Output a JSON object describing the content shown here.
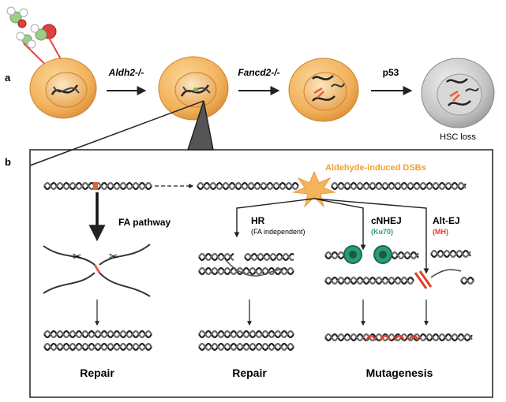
{
  "panel_a": {
    "label": "a",
    "steps": [
      {
        "arrow_label": "Aldh2-/-",
        "italic": true
      },
      {
        "arrow_label": "Fancd2-/-",
        "italic": true
      },
      {
        "arrow_label": "p53",
        "italic": false
      }
    ],
    "outcome_label": "HSC loss"
  },
  "panel_b": {
    "label": "b",
    "dsb_label": "Aldehyde-induced DSBs",
    "fa_pathway_label": "FA pathway",
    "hr": {
      "label": "HR",
      "sublabel": "(FA independent)"
    },
    "cnhej": {
      "label": "cNHEJ",
      "sublabel": "(Ku70)"
    },
    "altej": {
      "label": "Alt-EJ",
      "sublabel": "(MH)"
    },
    "outcomes": [
      "Repair",
      "Repair",
      "Mutagenesis"
    ]
  },
  "colors": {
    "cell_fill": "#f2b15a",
    "cell_edge": "#c9832e",
    "dead_cell_fill": "#c8c8c8",
    "dsb_star": "#f5b45c",
    "dsb_text": "#f0a030",
    "ku70": "#2a9a7a",
    "mh": "#e0402a",
    "lesion": "#e8603a"
  }
}
